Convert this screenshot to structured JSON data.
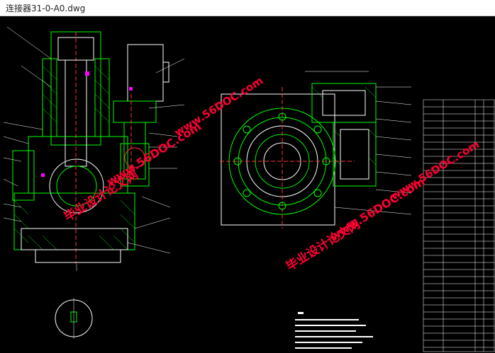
{
  "window": {
    "title": "连接器31-0-A0.dwg"
  },
  "watermarks": {
    "site_text": "www.56DOC.com",
    "brand_text": "毕业设计论文网"
  },
  "colors": {
    "background": "#000000",
    "outline_green": "#00ff00",
    "line_white": "#ffffff",
    "watermark": "#ff0033",
    "accent_cyan": "#00ffff"
  },
  "drawing": {
    "views": [
      "sectional-front-view",
      "side-view",
      "parts-list-table",
      "technical-notes",
      "detail-circle"
    ]
  }
}
